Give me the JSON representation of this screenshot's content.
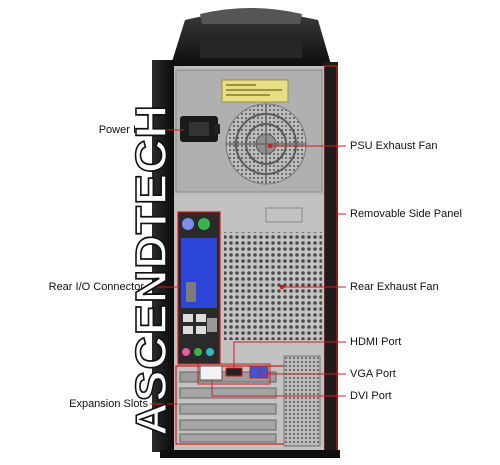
{
  "labels_left": {
    "power": "Power I",
    "rear_io": "Rear I/O Connector",
    "expansion": "Expansion Slots"
  },
  "labels_right": {
    "psu_fan": "PSU Exhaust Fan",
    "side_panel": "Removable Side Panel",
    "rear_fan": "Rear Exhaust Fan",
    "hdmi": "HDMI Port",
    "vga": "VGA Port",
    "dvi": "DVI Port"
  },
  "watermark": "ASCENDTECH",
  "colors": {
    "callout_red": "#d21a1a",
    "case_dark": "#1a1a1a",
    "case_silver": "#b9b9b9",
    "io_blue": "#2a45d8",
    "port_green": "#3bb54a",
    "port_pink": "#e05fa0",
    "port_teal": "#32b8c8"
  }
}
